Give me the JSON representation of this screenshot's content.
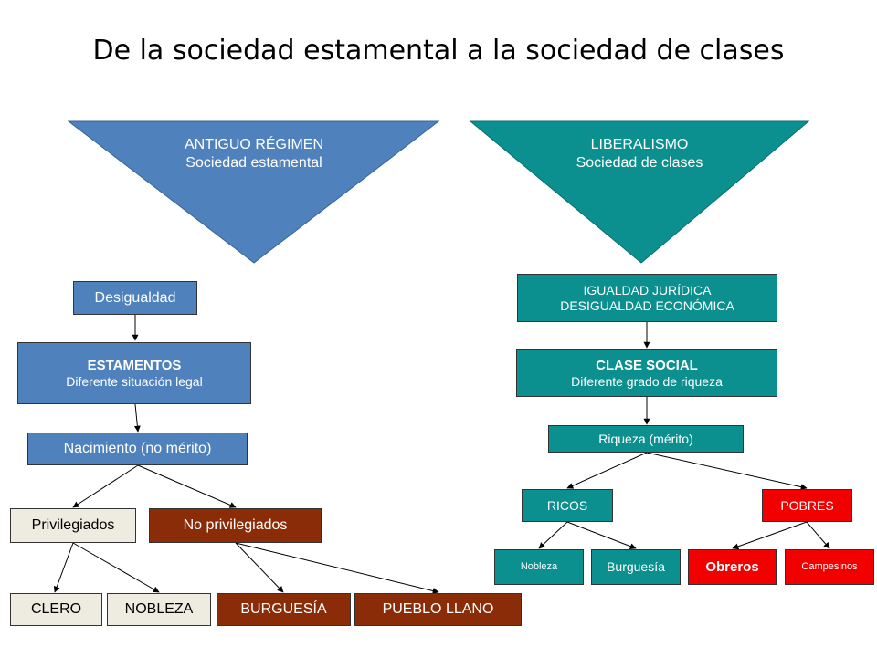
{
  "title": "De la sociedad estamental a la sociedad de clases",
  "colors": {
    "antiguo": "#4f81bd",
    "liberal": "#0b8f8f",
    "privilegiados": "#eeece1",
    "no_privilegiados": "#8b2c08",
    "pobres": "#f20000"
  },
  "left": {
    "triangle": {
      "line1": "ANTIGUO RÉGIMEN",
      "line2": "Sociedad estamental"
    },
    "desigualdad": "Desigualdad",
    "estamentos": {
      "title": "ESTAMENTOS",
      "subtitle": "Diferente situación legal"
    },
    "nacimiento": "Nacimiento (no mérito)",
    "privilegiados": "Privilegiados",
    "no_privilegiados": "No privilegiados",
    "clero": "CLERO",
    "nobleza": "NOBLEZA",
    "burguesia": "BURGUESÍA",
    "pueblo_llano": "PUEBLO LLANO"
  },
  "right": {
    "triangle": {
      "line1": "LIBERALISMO",
      "line2": "Sociedad de clases"
    },
    "igualdad": {
      "line1": "IGUALDAD JURÍDICA",
      "line2": "DESIGUALDAD ECONÓMICA"
    },
    "clase_social": {
      "title": "CLASE SOCIAL",
      "subtitle": "Diferente grado de riqueza"
    },
    "riqueza": "Riqueza (mérito)",
    "ricos": "RICOS",
    "pobres": "POBRES",
    "nobleza": "Nobleza",
    "burguesia": "Burguesía",
    "obreros": "Obreros",
    "campesinos": "Campesinos"
  }
}
